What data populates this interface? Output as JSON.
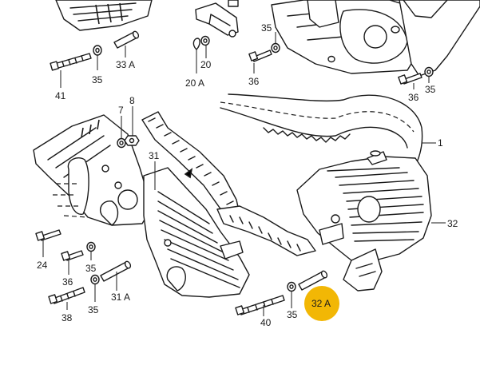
{
  "diagram": {
    "callouts": [
      {
        "id": "33A",
        "label": "33 A"
      },
      {
        "id": "35-top-left",
        "label": "35"
      },
      {
        "id": "41",
        "label": "41"
      },
      {
        "id": "20",
        "label": "20"
      },
      {
        "id": "20A",
        "label": "20 A"
      },
      {
        "id": "35-top-mid",
        "label": "35"
      },
      {
        "id": "36-top-mid",
        "label": "36"
      },
      {
        "id": "36-top-right",
        "label": "36"
      },
      {
        "id": "35-top-right",
        "label": "35"
      },
      {
        "id": "7",
        "label": "7"
      },
      {
        "id": "8",
        "label": "8"
      },
      {
        "id": "1",
        "label": "1"
      },
      {
        "id": "31",
        "label": "31"
      },
      {
        "id": "32",
        "label": "32"
      },
      {
        "id": "24",
        "label": "24"
      },
      {
        "id": "36-left",
        "label": "36"
      },
      {
        "id": "35-left-upper",
        "label": "35"
      },
      {
        "id": "35-left-lower",
        "label": "35"
      },
      {
        "id": "31A",
        "label": "31 A"
      },
      {
        "id": "38",
        "label": "38"
      },
      {
        "id": "40",
        "label": "40"
      },
      {
        "id": "35-bottom",
        "label": "35"
      },
      {
        "id": "32A",
        "label": "32 A"
      }
    ],
    "highlight": {
      "callout": "32A",
      "color": "#f2b705"
    }
  }
}
